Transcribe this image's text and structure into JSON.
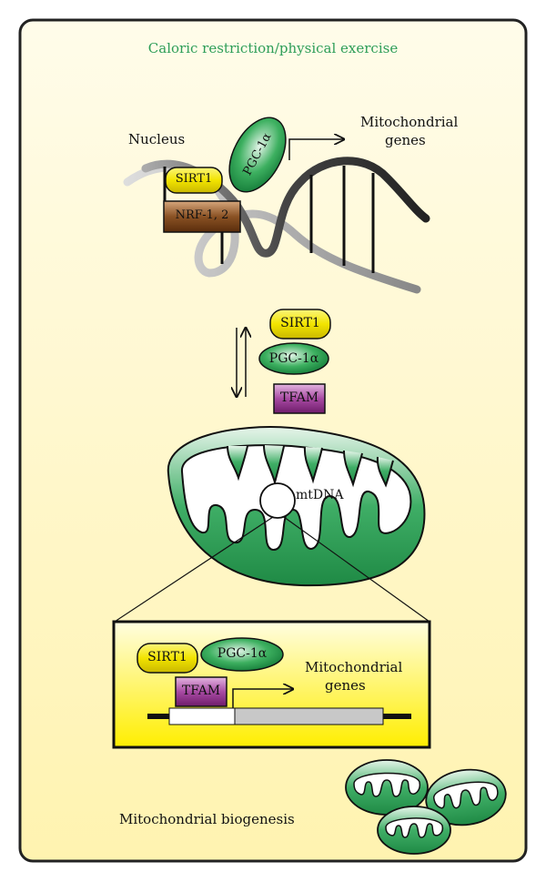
{
  "title": "Caloric restriction/physical exercise",
  "nucleus_label": "Nucleus",
  "mito_genes_top": [
    "Mitochondrial",
    "genes"
  ],
  "sirt1": "SIRT1",
  "pgc1a": "PGC-1α",
  "nrf": "NRF-1, 2",
  "tfam": "TFAM",
  "mtdna": "mtDNA",
  "mito_genes_inset": [
    "Mitochondrial",
    "genes"
  ],
  "biogenesis": "Mitochondrial biogenesis",
  "colors": {
    "sirt1": "#f2e400",
    "pgc1a": "#1d9a4a",
    "nrf": "#7a4518",
    "tfam": "#8e2d8a",
    "mitochondrion": "#2fa35c",
    "title": "#2e9e58"
  }
}
